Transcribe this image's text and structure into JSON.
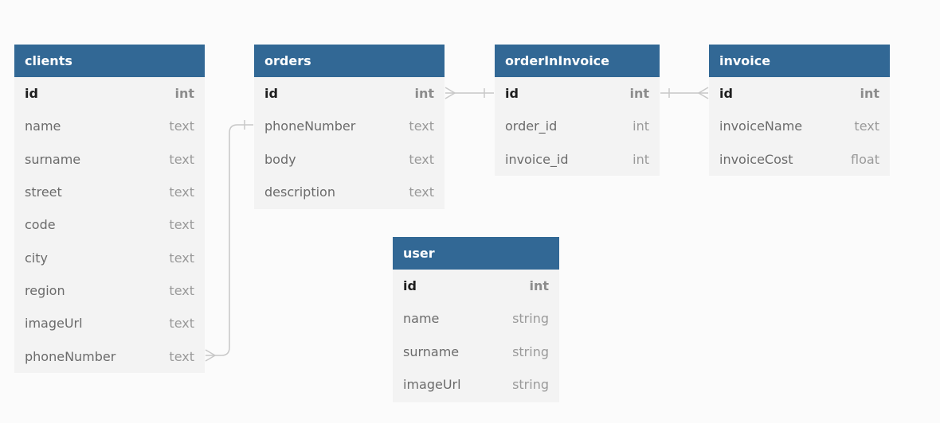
{
  "tables": [
    {
      "key": "clients",
      "name": "clients",
      "columns": [
        {
          "name": "id",
          "type": "int",
          "pk": true
        },
        {
          "name": "name",
          "type": "text"
        },
        {
          "name": "surname",
          "type": "text"
        },
        {
          "name": "street",
          "type": "text"
        },
        {
          "name": "code",
          "type": "text"
        },
        {
          "name": "city",
          "type": "text"
        },
        {
          "name": "region",
          "type": "text"
        },
        {
          "name": "imageUrl",
          "type": "text"
        },
        {
          "name": "phoneNumber",
          "type": "text"
        }
      ]
    },
    {
      "key": "orders",
      "name": "orders",
      "columns": [
        {
          "name": "id",
          "type": "int",
          "pk": true
        },
        {
          "name": "phoneNumber",
          "type": "text"
        },
        {
          "name": "body",
          "type": "text"
        },
        {
          "name": "description",
          "type": "text"
        }
      ]
    },
    {
      "key": "orderInInvoice",
      "name": "orderInInvoice",
      "columns": [
        {
          "name": "id",
          "type": "int",
          "pk": true
        },
        {
          "name": "order_id",
          "type": "int"
        },
        {
          "name": "invoice_id",
          "type": "int"
        }
      ]
    },
    {
      "key": "invoice",
      "name": "invoice",
      "columns": [
        {
          "name": "id",
          "type": "int",
          "pk": true
        },
        {
          "name": "invoiceName",
          "type": "text"
        },
        {
          "name": "invoiceCost",
          "type": "float"
        }
      ]
    },
    {
      "key": "user",
      "name": "user",
      "columns": [
        {
          "name": "id",
          "type": "int",
          "pk": true
        },
        {
          "name": "name",
          "type": "string"
        },
        {
          "name": "surname",
          "type": "string"
        },
        {
          "name": "imageUrl",
          "type": "string"
        }
      ]
    }
  ],
  "colors": {
    "header": "#326895",
    "body": "#f3f3f3",
    "connector": "#c8c8c8"
  }
}
